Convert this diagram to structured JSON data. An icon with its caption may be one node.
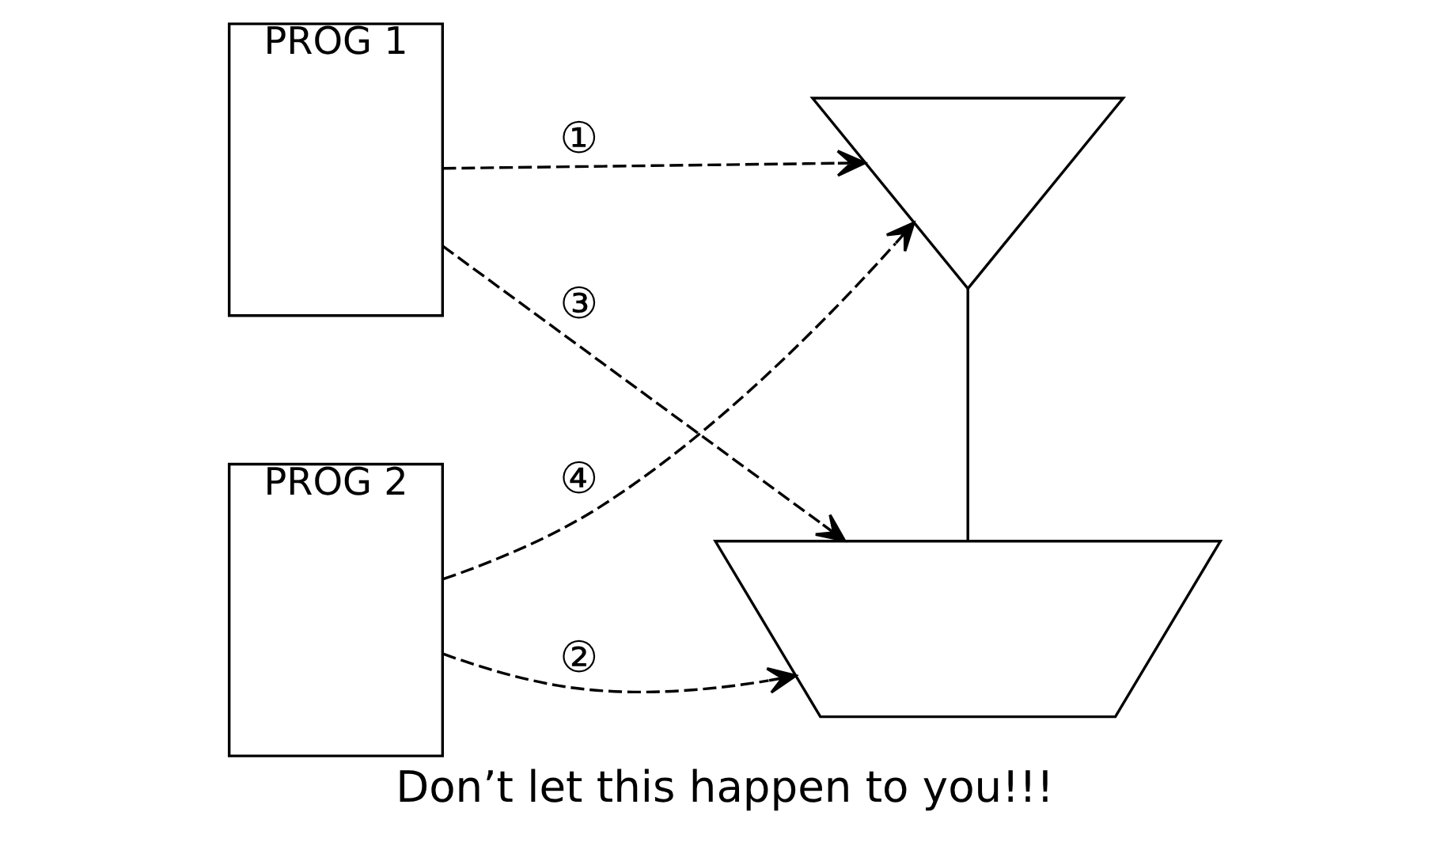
{
  "diagram": {
    "caption": "Don’t let this happen to you!!!",
    "nodes": [
      {
        "text": [
          "PROG 1"
        ]
      },
      {
        "text": [],
        "shape": "triangle"
      },
      {
        "text": [],
        "shape": "trapezoid"
      },
      {
        "text": [
          "PROG 2"
        ]
      }
    ],
    "edges": [
      {
        "from": 0,
        "to": 1,
        "arrow": "to",
        "style": "dashed",
        "label": "①"
      },
      {
        "from": 3,
        "to": 2,
        "arrow": "to",
        "style": "dashed",
        "label": "②"
      },
      {
        "from": 0,
        "to": 2,
        "arrow": "to",
        "style": "dashed",
        "label": "③"
      },
      {
        "from": 3,
        "to": 1,
        "arrow": "to",
        "style": "dashed",
        "label": "④"
      },
      {
        "from": 1,
        "to": 2,
        "arrow": "none"
      }
    ]
  }
}
